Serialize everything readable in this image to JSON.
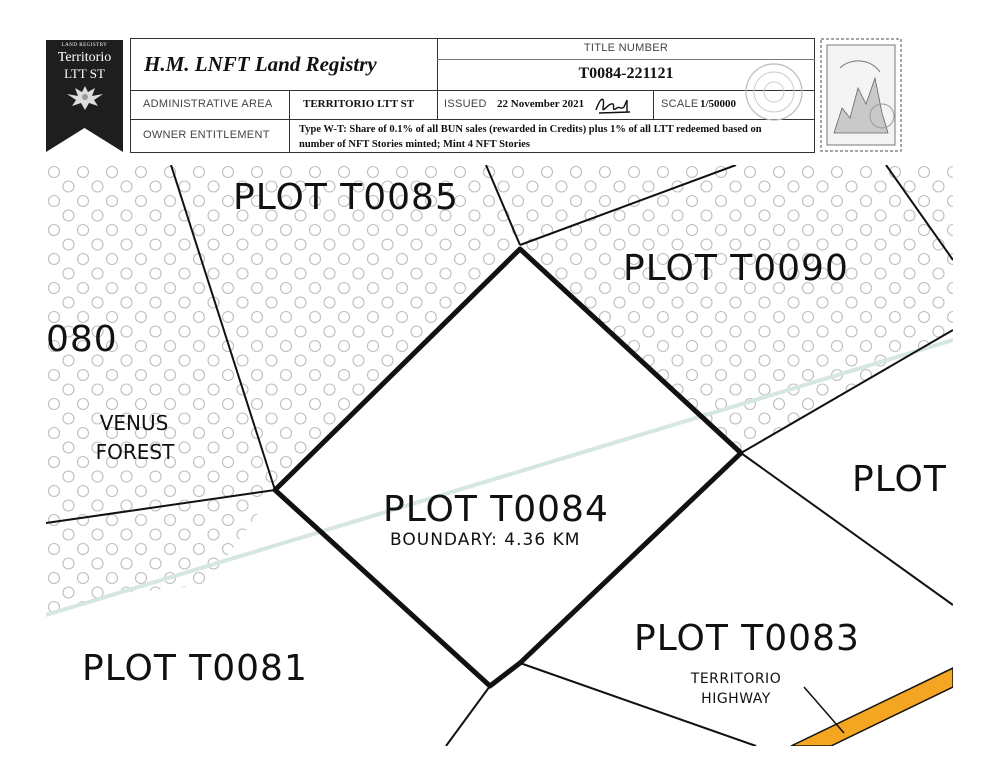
{
  "banner": {
    "small_text": "LAND REGISTRY",
    "line1": "Territorio",
    "line2": "LTT ST",
    "crest_icon": "eagle-crest-icon"
  },
  "header": {
    "registry_title": "H.M. LNFT Land Registry",
    "title_number_label": "TITLE NUMBER",
    "title_number": "T0084-221121",
    "admin_area_label": "ADMINISTRATIVE AREA",
    "admin_area": "TERRITORIO LTT ST",
    "issued_label": "ISSUED",
    "issued": "22 November 2021",
    "scale_label": "SCALE",
    "scale": "1/50000",
    "owner_label": "OWNER ENTITLEMENT",
    "owner_line1": "Type W-T: Share of 0.1% of all BUN sales (rewarded in Credits) plus 1% of all LTT redeemed based on",
    "owner_line2": "number of NFT Stories minted; Mint 4 NFT Stories",
    "seal_icon": "official-seal-icon",
    "signature_icon": "signature-icon"
  },
  "stamp": {
    "icon": "postage-stamp-icon"
  },
  "map": {
    "plot_t0085": "PLOT T0085",
    "plot_t0090": "PLOT T0090",
    "plot_080": "080",
    "venus_line1": "VENUS",
    "venus_line2": "FOREST",
    "plot_right": "PLOT",
    "plot_t0084": "PLOT T0084",
    "boundary": "BOUNDARY: 4.36 KM",
    "plot_t0083": "PLOT T0083",
    "plot_t0081": "PLOT T0081",
    "highway_line1": "TERRITORIO",
    "highway_line2": "HIGHWAY",
    "colors": {
      "river": "#d6e6e0",
      "highway": "#f4a521",
      "dots": "#b8b8b8",
      "banner": "#1e1e1e"
    }
  }
}
